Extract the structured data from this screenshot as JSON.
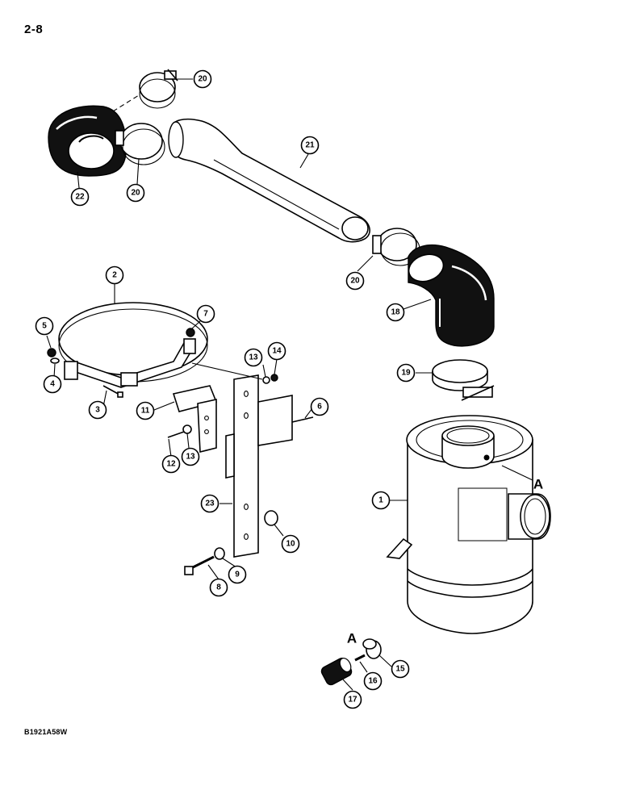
{
  "page": {
    "number": "2-8",
    "figure_code": "B1921A58W"
  },
  "detail_label": "A",
  "callouts": [
    {
      "id": "c1",
      "label": "1"
    },
    {
      "id": "c2",
      "label": "2"
    },
    {
      "id": "c3",
      "label": "3"
    },
    {
      "id": "c4",
      "label": "4"
    },
    {
      "id": "c5",
      "label": "5"
    },
    {
      "id": "c6",
      "label": "6"
    },
    {
      "id": "c7",
      "label": "7"
    },
    {
      "id": "c8",
      "label": "8"
    },
    {
      "id": "c9",
      "label": "9"
    },
    {
      "id": "c10",
      "label": "10"
    },
    {
      "id": "c11",
      "label": "11"
    },
    {
      "id": "c12",
      "label": "12"
    },
    {
      "id": "c13a",
      "label": "13"
    },
    {
      "id": "c13b",
      "label": "13"
    },
    {
      "id": "c14",
      "label": "14"
    },
    {
      "id": "c15",
      "label": "15"
    },
    {
      "id": "c16",
      "label": "16"
    },
    {
      "id": "c17",
      "label": "17"
    },
    {
      "id": "c18",
      "label": "18"
    },
    {
      "id": "c19",
      "label": "19"
    },
    {
      "id": "c20a",
      "label": "20"
    },
    {
      "id": "c20b",
      "label": "20"
    },
    {
      "id": "c20c",
      "label": "20"
    },
    {
      "id": "c21",
      "label": "21"
    },
    {
      "id": "c22",
      "label": "22"
    },
    {
      "id": "c23",
      "label": "23"
    }
  ]
}
